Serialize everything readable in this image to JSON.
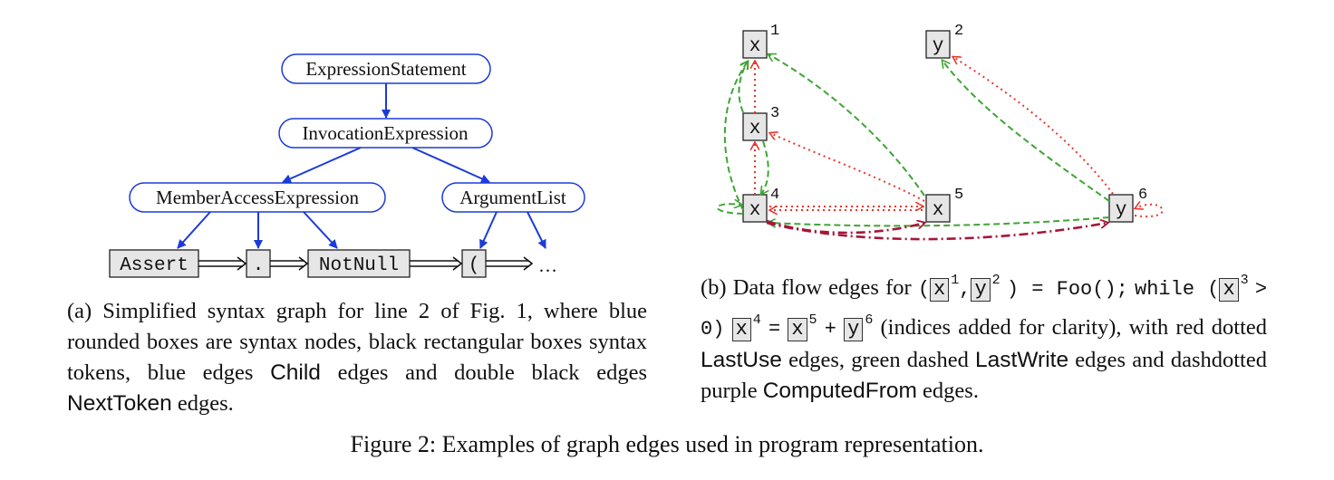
{
  "diagram_a": {
    "syntax_nodes": [
      "ExpressionStatement",
      "InvocationExpression",
      "MemberAccessExpression",
      "ArgumentList"
    ],
    "tokens": [
      "Assert",
      ".",
      "NotNull",
      "("
    ],
    "ellipsis": "…"
  },
  "diagram_b": {
    "var_nodes": [
      {
        "name": "x",
        "index": "1"
      },
      {
        "name": "y",
        "index": "2"
      },
      {
        "name": "x",
        "index": "3"
      },
      {
        "name": "x",
        "index": "4"
      },
      {
        "name": "x",
        "index": "5"
      },
      {
        "name": "y",
        "index": "6"
      }
    ],
    "colors": {
      "last_use": "#e8352b",
      "last_write": "#3fa535",
      "computed_from": "#a5163a",
      "child": "#1b3bd8"
    }
  },
  "caption_a": {
    "text": "(a) Simplified syntax graph for line 2 of Fig. 1, where blue rounded boxes are syntax nodes, black rectangular boxes syntax tokens, blue edges",
    "child": "Child",
    "mid": "edges and double black edges",
    "next_token": "NextToken",
    "end": "edges."
  },
  "caption_b": {
    "prefix": "(b) Data flow edges for",
    "open_paren": "(",
    "comma": ",",
    "assign": ") = Foo();",
    "while_kw": "while (",
    "gt_zero": "> 0)",
    "equals": "=",
    "plus": "+",
    "middle": "(indices added for clarity), with red dotted",
    "last_use": "LastUse",
    "edges_green": "edges, green dashed",
    "last_write": "LastWrite",
    "edges_purple": "edges and dashdotted purple",
    "computed_from": "ComputedFrom",
    "end": "edges."
  },
  "figure_caption": "Figure 2: Examples of graph edges used in program representation."
}
